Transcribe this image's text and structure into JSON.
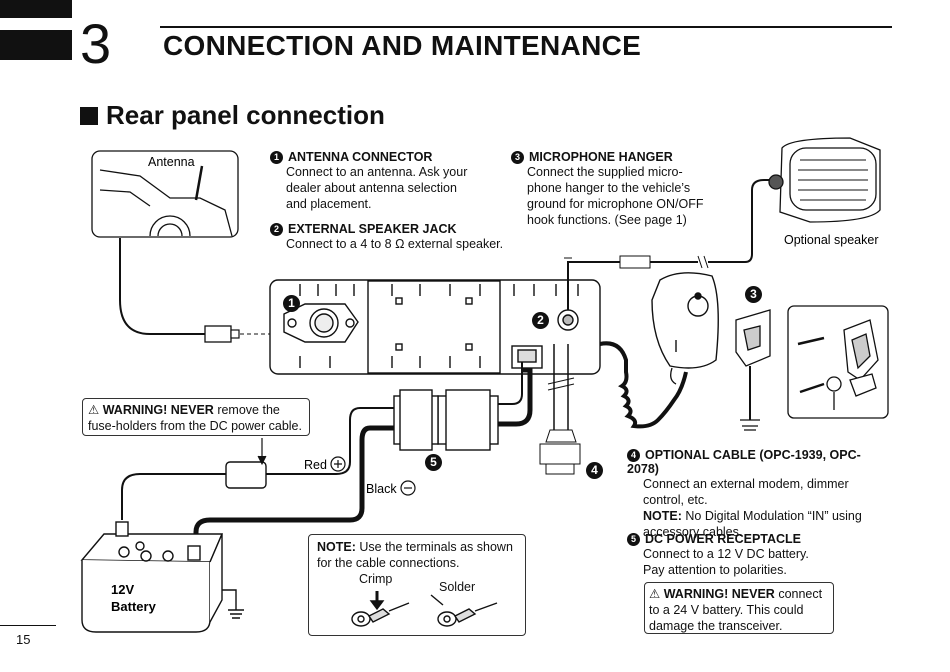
{
  "header": {
    "chapter_number": "3",
    "chapter_title": "CONNECTION AND MAINTENANCE"
  },
  "section": {
    "title": "Rear panel connection"
  },
  "items": [
    {
      "num": "1",
      "head": "ANTENNA CONNECTOR",
      "lines": [
        "Connect to an antenna. Ask your",
        "dealer about antenna selection",
        "and placement."
      ]
    },
    {
      "num": "2",
      "head": "EXTERNAL SPEAKER JACK",
      "lines": [
        "Connect to a 4 to 8 Ω external speaker."
      ]
    },
    {
      "num": "3",
      "head": "MICROPHONE HANGER",
      "lines": [
        "Connect the supplied micro-",
        "phone hanger to the vehicle’s",
        "ground for microphone ON/OFF",
        "hook functions. (See page 1)"
      ]
    },
    {
      "num": "4",
      "head": "OPTIONAL CABLE (OPC-1939, OPC-2078)",
      "lines": [
        "Connect an external modem, dimmer",
        "control, etc."
      ],
      "note_label": "NOTE:",
      "note_text": "No Digital Modulation “IN” using",
      "note_text2": "accessory cables."
    },
    {
      "num": "5",
      "head": "DC POWER RECEPTACLE",
      "lines": [
        "Connect to a 12 V DC battery.",
        "Pay attention to polarities."
      ]
    }
  ],
  "warnings": {
    "fuse": {
      "label": "WARNING! NEVER",
      "text1": "remove the",
      "text2": "fuse-holders from the DC power cable."
    },
    "voltage": {
      "label": "WARNING! NEVER",
      "text1": "connect",
      "line2": "to a 24 V battery. This could",
      "line3": "damage the transceiver."
    }
  },
  "note_box": {
    "label": "NOTE:",
    "text1": "Use the terminals as shown",
    "text2": "for the cable connections.",
    "crimp": "Crimp",
    "solder": "Solder"
  },
  "diagram": {
    "antenna": "Antenna",
    "optional_speaker": "Optional speaker",
    "red": "Red",
    "black": "Black",
    "battery_line1": "12V",
    "battery_line2": "Battery",
    "callouts": [
      "1",
      "2",
      "3",
      "4",
      "5"
    ]
  },
  "page_number": "15",
  "icons": [
    "warning-triangle-icon",
    "plus-circle-icon",
    "minus-circle-icon"
  ]
}
